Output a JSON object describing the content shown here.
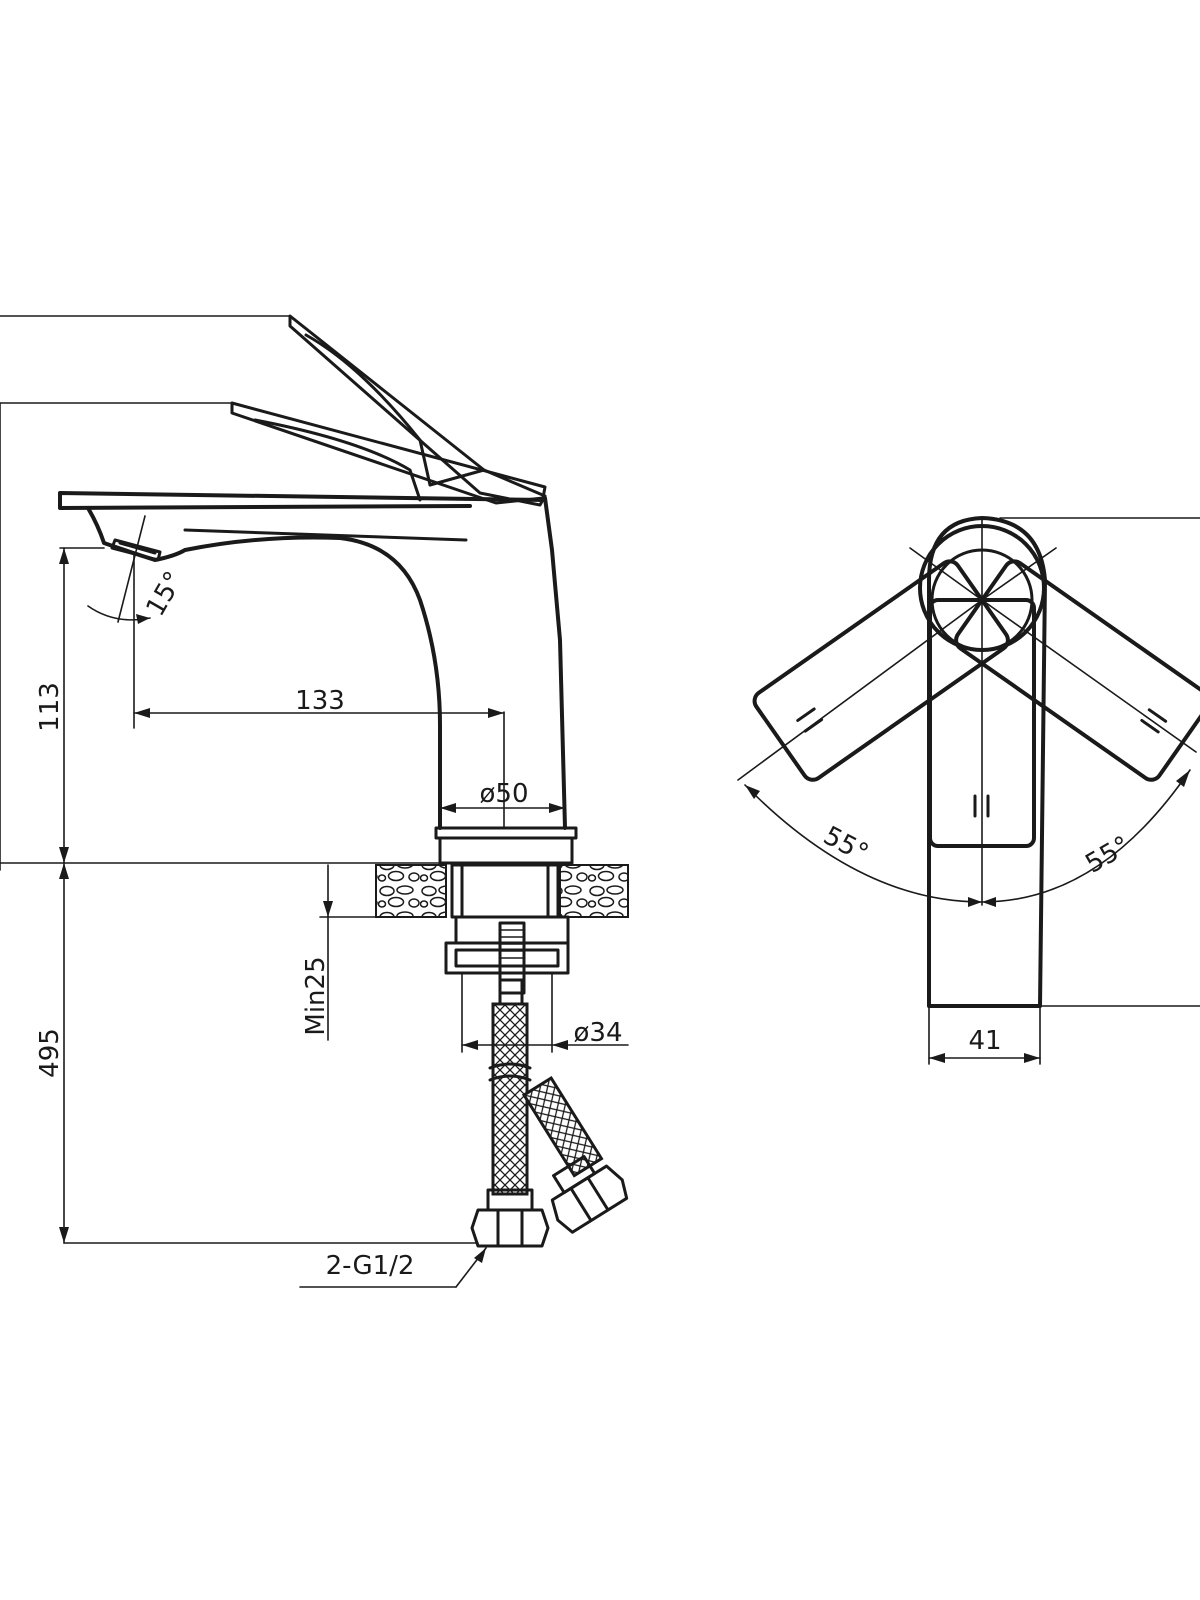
{
  "side_view": {
    "height_label": "113",
    "reach_label": "133",
    "spout_angle_label": "15°",
    "base_diameter_label": "ø50",
    "deck_thickness_label": "Min25",
    "hose_length_label": "495",
    "shank_diameter_label": "ø34",
    "connection_label": "2-G1/2"
  },
  "top_view": {
    "left_angle_label": "55°",
    "right_angle_label": "55°",
    "width_label": "41"
  }
}
